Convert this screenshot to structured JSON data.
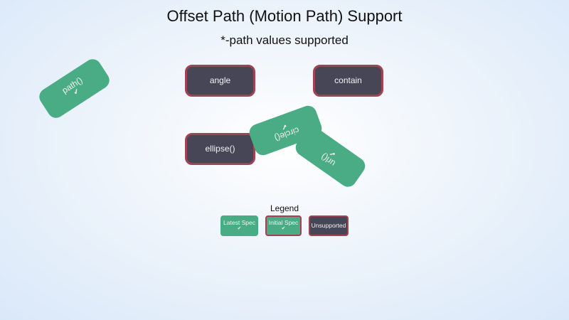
{
  "header": {
    "title": "Offset Path (Motion Path) Support",
    "subtitle": "*-path values supported"
  },
  "colors": {
    "latest_spec": "#49ac84",
    "unsupported_bg": "#474656",
    "unsupported_border": "#a14452",
    "background_center": "#ffffff",
    "background_edge": "#d9e8f9"
  },
  "boxes": [
    {
      "label": "path()",
      "status": "latest-spec",
      "check": "✔",
      "rotation_deg": -33
    },
    {
      "label": "angle",
      "status": "unsupported",
      "rotation_deg": 0
    },
    {
      "label": "contain",
      "status": "unsupported",
      "rotation_deg": 0
    },
    {
      "label": "ellipse()",
      "status": "unsupported",
      "rotation_deg": 0
    },
    {
      "label": "circle()",
      "status": "latest-spec",
      "check": "✔",
      "rotation_deg": 160
    },
    {
      "label": "url()",
      "status": "latest-spec",
      "check": "✔",
      "rotation_deg": 215
    }
  ],
  "legend": {
    "title": "Legend",
    "items": [
      {
        "label": "Latest Spec",
        "check": "✔"
      },
      {
        "label": "Initial Spec",
        "check": "✔"
      },
      {
        "label": "Unsupported"
      }
    ]
  }
}
